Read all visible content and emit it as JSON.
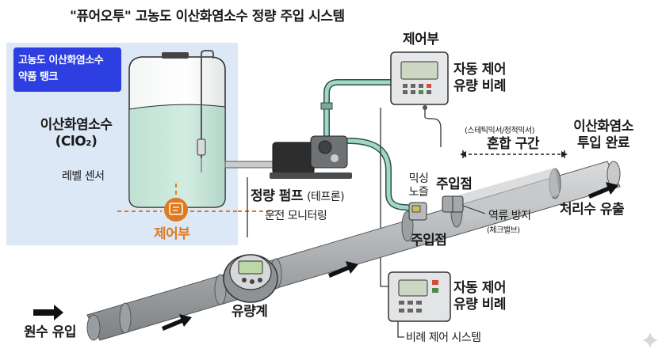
{
  "title": "\"퓨어오투\" 고농도 이산화염소수 정량 주입 시스템",
  "tank": {
    "badge_line1": "고농도 이산화염소수",
    "badge_line2": "약품 탱크",
    "content_line1": "이산화염소수",
    "content_line2": "(ClO₂)",
    "level_sensor": "레벨 센서",
    "control_label": "제어부"
  },
  "pump": {
    "label_main": "정량 펌프",
    "label_sub": "(테프론)",
    "monitor": "운전 모니터링"
  },
  "controller_top": {
    "title": "제어부",
    "line1": "자동 제어",
    "line2": "유량 비례"
  },
  "controller_bottom": {
    "line1": "자동 제어",
    "line2": "유량 비례",
    "caption": "비례 제어 시스템"
  },
  "mixing": {
    "sub": "(스테틱믹서/정적믹서)",
    "main": "혼합 구간",
    "nozzle_line1": "믹싱",
    "nozzle_line2": "노즐"
  },
  "injection_point_upper": "주입점",
  "injection_point_lower": "주입점",
  "check_valve_main": "역류 방지",
  "check_valve_sub": "(체크밸브)",
  "done_line1": "이산화염소",
  "done_line2": "투입 완료",
  "outflow": "처리수 유출",
  "inflow": "원수 유입",
  "flowmeter": "유량계",
  "colors": {
    "badge": "#2d3fe0",
    "orange": "#e07a1f",
    "tank_panel": "#dce8f6",
    "liquid": "#c6e3d8",
    "pipe": "#a9acae",
    "tube": "#8fd0c2"
  }
}
